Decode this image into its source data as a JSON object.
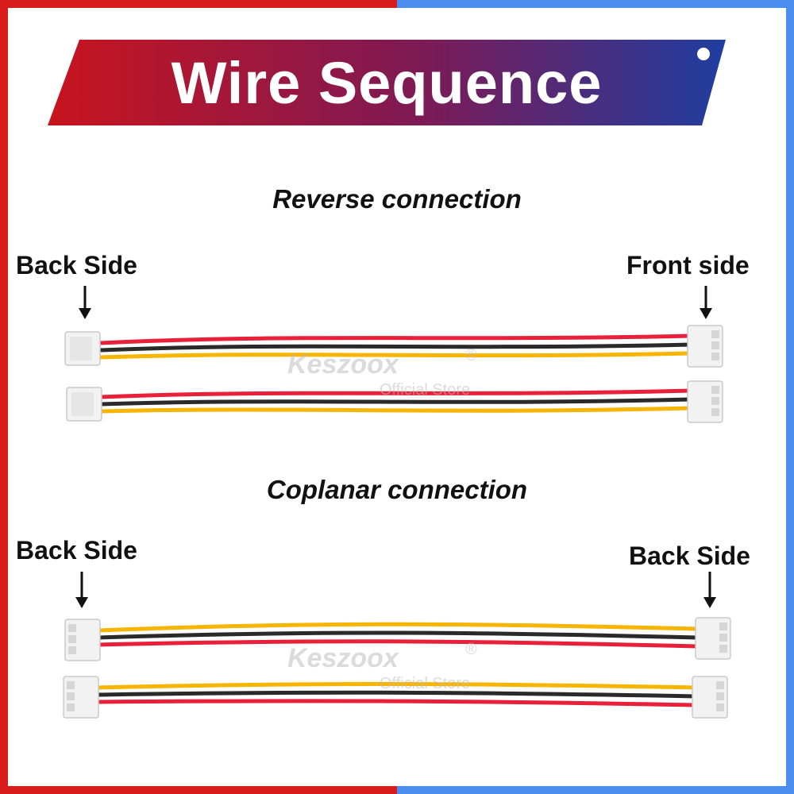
{
  "banner": {
    "title": "Wire Sequence",
    "colors": {
      "left": "#c8141e",
      "mid": "#8a1a50",
      "right": "#1f3ea0"
    }
  },
  "sections": [
    {
      "title": "Reverse connection",
      "left_label": "Back Side",
      "right_label": "Front side"
    },
    {
      "title": "Coplanar connection",
      "left_label": "Back Side",
      "right_label": "Back Side"
    }
  ],
  "watermark": {
    "brand": "Keszoox",
    "registered": "®",
    "sub": "Official Store"
  },
  "wire_colors": {
    "red": "#e8203a",
    "black": "#2a2a2a",
    "yellow": "#f7b400"
  },
  "frame_colors": {
    "red": "#d91c1c",
    "blue": "#4a8ff0"
  }
}
